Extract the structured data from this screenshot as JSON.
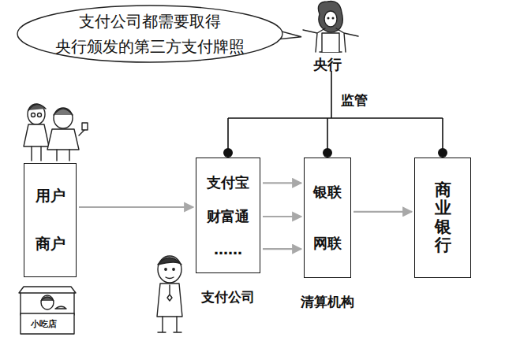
{
  "diagram": {
    "nodes": [
      {
        "text": [
          "支付公司都需要取得 央行颁发的第三方支付牌照"
        ]
      },
      {
        "text": [
          "用户",
          "商户"
        ]
      },
      {
        "text": [
          "支付宝",
          "财富通",
          "……",
          "支付公司"
        ]
      },
      {
        "text": [
          "银联",
          "网联",
          "清算机构"
        ]
      },
      {
        "text": [
          "商业银行"
        ]
      }
    ],
    "edges": [
      {
        "from": 1,
        "to": 2,
        "arrow": "to"
      },
      {
        "from": 2,
        "to": 3,
        "arrow": "to"
      },
      {
        "from": 2,
        "to": 3,
        "arrow": "to"
      },
      {
        "from": 2,
        "to": 3,
        "arrow": "to"
      },
      {
        "from": 3,
        "to": 4,
        "arrow": "to"
      }
    ],
    "labels": [
      "央行",
      "监管",
      "小吃店"
    ]
  }
}
